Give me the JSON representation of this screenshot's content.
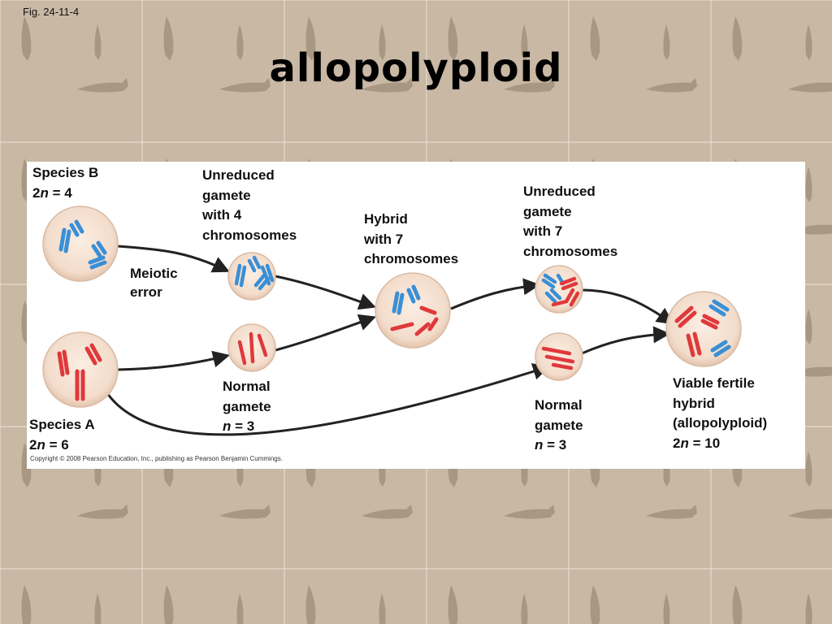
{
  "slide": {
    "figure_label": "Fig. 24-11-4",
    "title": "allopolyploid",
    "copyright": "Copyright © 2008 Pearson Education, Inc., publishing as Pearson Benjamin Cummings."
  },
  "colors": {
    "background": "#c9b9a6",
    "cell_fill": "#f6e2d2",
    "cell_edge": "#d6b8a2",
    "species_b_chromosome": "#3a8fd6",
    "species_a_chromosome": "#e0393b",
    "arrow": "#222222"
  },
  "labels": {
    "species_b": {
      "name": "Species B",
      "count_prefix": "2",
      "count_var": "n",
      "count_value": " = 4"
    },
    "species_a": {
      "name": "Species A",
      "count_prefix": "2",
      "count_var": "n",
      "count_value": " = 6"
    },
    "meiotic_error": [
      "Meiotic",
      "error"
    ],
    "unreduced_gamete_4": [
      "Unreduced",
      "gamete",
      "with 4",
      "chromosomes"
    ],
    "normal_gamete_1": {
      "lines": [
        "Normal",
        "gamete"
      ],
      "count_var": "n",
      "count_value": " = 3"
    },
    "hybrid": [
      "Hybrid",
      "with 7",
      "chromosomes"
    ],
    "unreduced_gamete_7": [
      "Unreduced",
      "gamete",
      "with 7",
      "chromosomes"
    ],
    "normal_gamete_2": {
      "lines": [
        "Normal",
        "gamete"
      ],
      "count_var": "n",
      "count_value": " = 3"
    },
    "viable_hybrid": {
      "lines": [
        "Viable fertile",
        "hybrid",
        "(allopolyploid)"
      ],
      "count_prefix": "2",
      "count_var": "n",
      "count_value": " = 10"
    }
  }
}
